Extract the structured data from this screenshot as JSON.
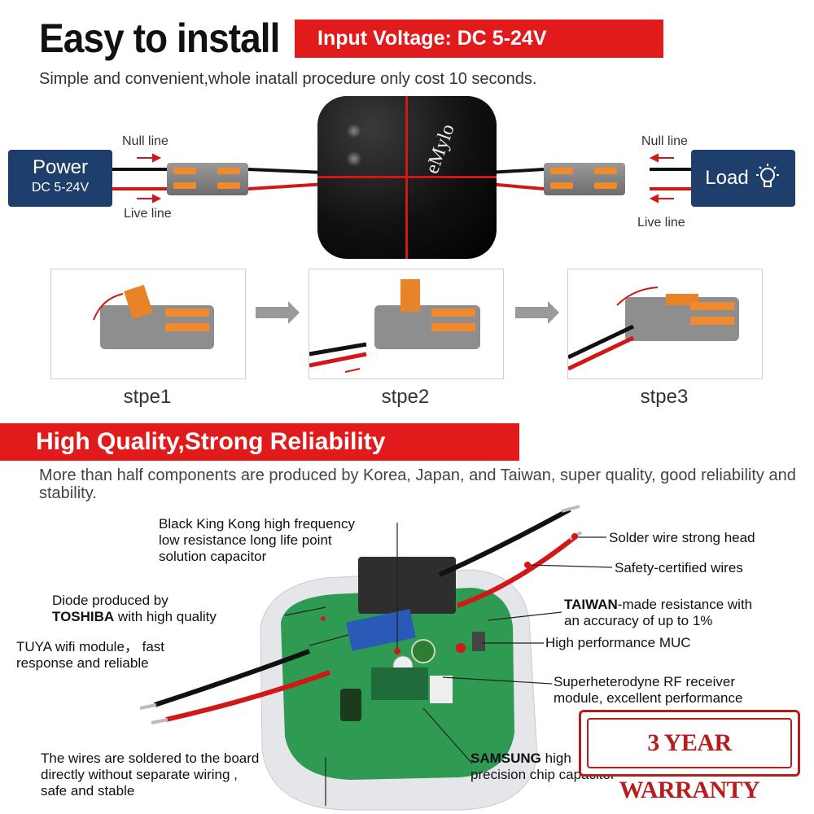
{
  "header": {
    "title": "Easy to install",
    "voltage_banner": "Input Voltage: DC 5-24V",
    "subtitle": "Simple and convenient,whole inatall procedure only cost 10 seconds."
  },
  "wiring": {
    "power_label": "Power",
    "power_voltage": "DC 5-24V",
    "load_label": "Load",
    "null_line_left": "Null line",
    "live_line_left": "Live line",
    "null_line_right": "Null line",
    "live_line_right": "Live line",
    "device_brand": "eMylo"
  },
  "steps": [
    {
      "label": "stpe1"
    },
    {
      "label": "stpe2"
    },
    {
      "label": "stpe3"
    }
  ],
  "quality": {
    "banner": "High Quality,Strong Reliability",
    "description": "More than half components are produced by Korea, Japan, and Taiwan, super quality, good reliability and stability."
  },
  "callouts": {
    "capacitor": [
      "Black King Kong high frequency",
      "low resistance long life point",
      "solution capacitor"
    ],
    "diode_line1": "Diode produced by",
    "diode_brand": "TOSHIBA",
    "diode_rest": " with high quality",
    "wifi": [
      "TUYA wifi module， fast",
      "response and reliable"
    ],
    "solder": [
      "The wires are soldered to the board",
      "directly without separate wiring ,",
      "safe and stable"
    ],
    "solder_head": "Solder wire strong head",
    "safety_wires": "Safety-certified wires",
    "taiwan_brand": "TAIWAN",
    "taiwan_rest": "-made resistance with",
    "taiwan_line2": "an accuracy of up to 1%",
    "muc": "High performance MUC",
    "rf": [
      "Superheterodyne RF receiver",
      "module, excellent performance"
    ],
    "samsung_brand": "SAMSUNG",
    "samsung_rest": " high",
    "samsung_line2": "precision chip capacitor"
  },
  "warranty": "3 YEAR WARRANTY",
  "colors": {
    "banner_red": "#e11b1b",
    "box_blue": "#1e3f6b",
    "warranty_red": "#b81d1d",
    "connector_orange": "#f08a2c"
  },
  "icons": {
    "load": "lightbulb-icon",
    "step_arrow": "arrow-right-icon"
  }
}
